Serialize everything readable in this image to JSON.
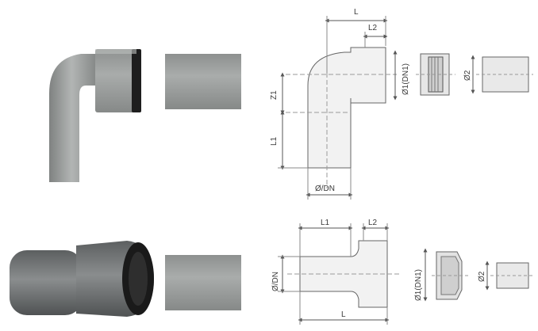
{
  "top_row": {
    "elbow_drawing": {
      "length_label": "L",
      "length2_label": "L2",
      "z1_label": "Z1",
      "l1_label": "L1",
      "dn_label": "Ø/DN",
      "socket_inner_label": "Ø1(DN1)"
    },
    "pipe_end_drawing": {
      "diameter_label": "Ø2"
    }
  },
  "bottom_row": {
    "reducer_drawing": {
      "l1_label": "L1",
      "l2_label": "L2",
      "dn_label": "Ø/DN",
      "length_label": "L",
      "socket_inner_label": "Ø1(DN1)"
    },
    "pipe_end_drawing": {
      "diameter_label": "Ø2"
    }
  },
  "colors": {
    "pipe_gray": "#9ea1a0",
    "seal_black": "#202020",
    "line": "#555555"
  }
}
